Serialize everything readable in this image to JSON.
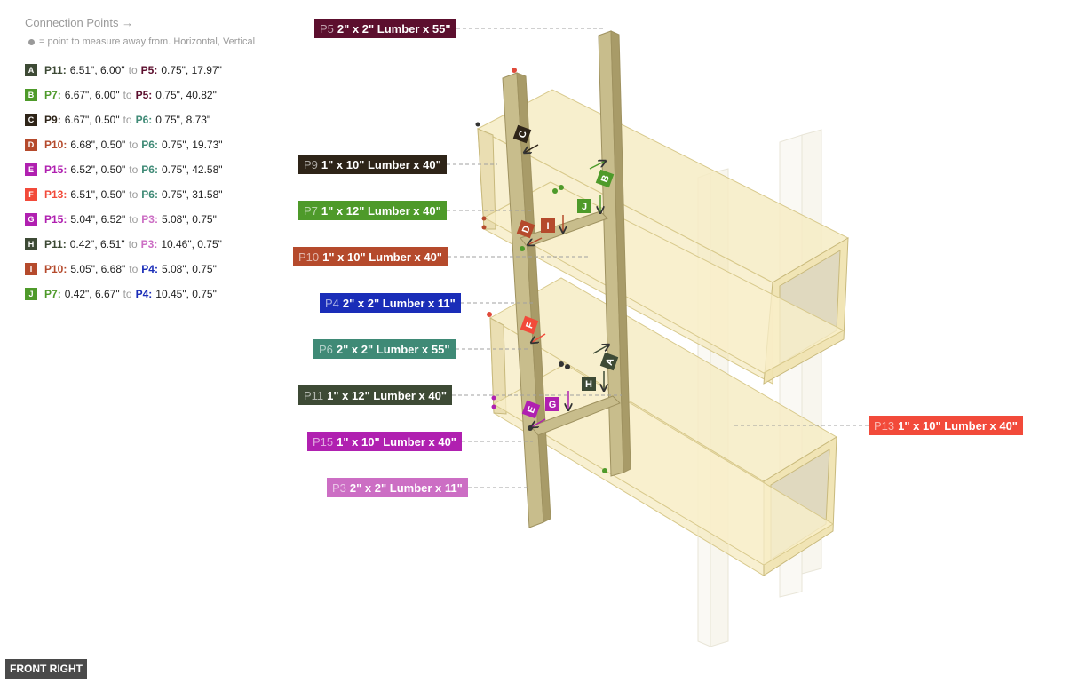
{
  "legend": {
    "title": "Connection Points →",
    "note": "= point to measure away from. Horizontal, Vertical",
    "connections": [
      {
        "letter": "A",
        "color": "#3d4a35",
        "from_part": "P11",
        "from_color": "#3d4a35",
        "from_coords": "6.51\", 6.00\"",
        "to_word": "to",
        "to_part": "P5",
        "to_color": "#5c0f2e",
        "to_coords": "0.75\", 17.97\""
      },
      {
        "letter": "B",
        "color": "#4e9a2a",
        "from_part": "P7",
        "from_color": "#4e9a2a",
        "from_coords": "6.67\", 6.00\"",
        "to_word": "to",
        "to_part": "P5",
        "to_color": "#5c0f2e",
        "to_coords": "0.75\", 40.82\""
      },
      {
        "letter": "C",
        "color": "#2e2418",
        "from_part": "P9",
        "from_color": "#2e2418",
        "from_coords": "6.67\", 0.50\"",
        "to_word": "to",
        "to_part": "P6",
        "to_color": "#3f8a76",
        "to_coords": "0.75\", 8.73\""
      },
      {
        "letter": "D",
        "color": "#b54a2c",
        "from_part": "P10",
        "from_color": "#b54a2c",
        "from_coords": "6.68\", 0.50\"",
        "to_word": "to",
        "to_part": "P6",
        "to_color": "#3f8a76",
        "to_coords": "0.75\", 19.73\""
      },
      {
        "letter": "E",
        "color": "#b020b0",
        "from_part": "P15",
        "from_color": "#b020b0",
        "from_coords": "6.52\", 0.50\"",
        "to_word": "to",
        "to_part": "P6",
        "to_color": "#3f8a76",
        "to_coords": "0.75\", 42.58\""
      },
      {
        "letter": "F",
        "color": "#f24a3a",
        "from_part": "P13",
        "from_color": "#f24a3a",
        "from_coords": "6.51\", 0.50\"",
        "to_word": "to",
        "to_part": "P6",
        "to_color": "#3f8a76",
        "to_coords": "0.75\", 31.58\""
      },
      {
        "letter": "G",
        "color": "#b020b0",
        "from_part": "P15",
        "from_color": "#b020b0",
        "from_coords": "5.04\", 6.52\"",
        "to_word": "to",
        "to_part": "P3",
        "to_color": "#cc6ec4",
        "to_coords": "5.08\", 0.75\""
      },
      {
        "letter": "H",
        "color": "#3d4a35",
        "from_part": "P11",
        "from_color": "#3d4a35",
        "from_coords": "0.42\", 6.51\"",
        "to_word": "to",
        "to_part": "P3",
        "to_color": "#cc6ec4",
        "to_coords": "10.46\", 0.75\""
      },
      {
        "letter": "I",
        "color": "#b54a2c",
        "from_part": "P10",
        "from_color": "#b54a2c",
        "from_coords": "5.05\", 6.68\"",
        "to_word": "to",
        "to_part": "P4",
        "to_color": "#1a2db8",
        "to_coords": "5.08\", 0.75\""
      },
      {
        "letter": "J",
        "color": "#4e9a2a",
        "from_part": "P7",
        "from_color": "#4e9a2a",
        "from_coords": "0.42\", 6.67\"",
        "to_word": "to",
        "to_part": "P4",
        "to_color": "#1a2db8",
        "to_coords": "10.45\", 0.75\""
      }
    ]
  },
  "parts": [
    {
      "id": "P5",
      "desc": "2\" x 2\" Lumber x 55\"",
      "color": "#5c0f2e"
    },
    {
      "id": "P9",
      "desc": "1\" x 10\" Lumber  x 40\"",
      "color": "#2e2418"
    },
    {
      "id": "P7",
      "desc": "1\" x 12\" Lumber  x 40\"",
      "color": "#4e9a2a"
    },
    {
      "id": "P10",
      "desc": "1\" x 10\" Lumber  x 40\"",
      "color": "#b54a2c"
    },
    {
      "id": "P4",
      "desc": "2\" x 2\" Lumber x 11\"",
      "color": "#1a2db8"
    },
    {
      "id": "P6",
      "desc": "2\" x 2\" Lumber x 55\"",
      "color": "#3f8a76"
    },
    {
      "id": "P11",
      "desc": "1\" x 12\" Lumber  x 40\"",
      "color": "#3d4a35"
    },
    {
      "id": "P15",
      "desc": "1\" x 10\" Lumber  x 40\"",
      "color": "#b020b0"
    },
    {
      "id": "P3",
      "desc": "2\" x 2\" Lumber x 11\"",
      "color": "#cc6ec4"
    },
    {
      "id": "P13",
      "desc": "1\" x 10\" Lumber  x 40\"",
      "color": "#f24a3a"
    }
  ],
  "view": {
    "label": "FRONT RIGHT"
  },
  "colors": {
    "wood_fill": "#f6ecc4",
    "wood_stroke": "#d8c98c",
    "post_fill": "#c8bd8c",
    "post_stroke": "#9f9260"
  }
}
